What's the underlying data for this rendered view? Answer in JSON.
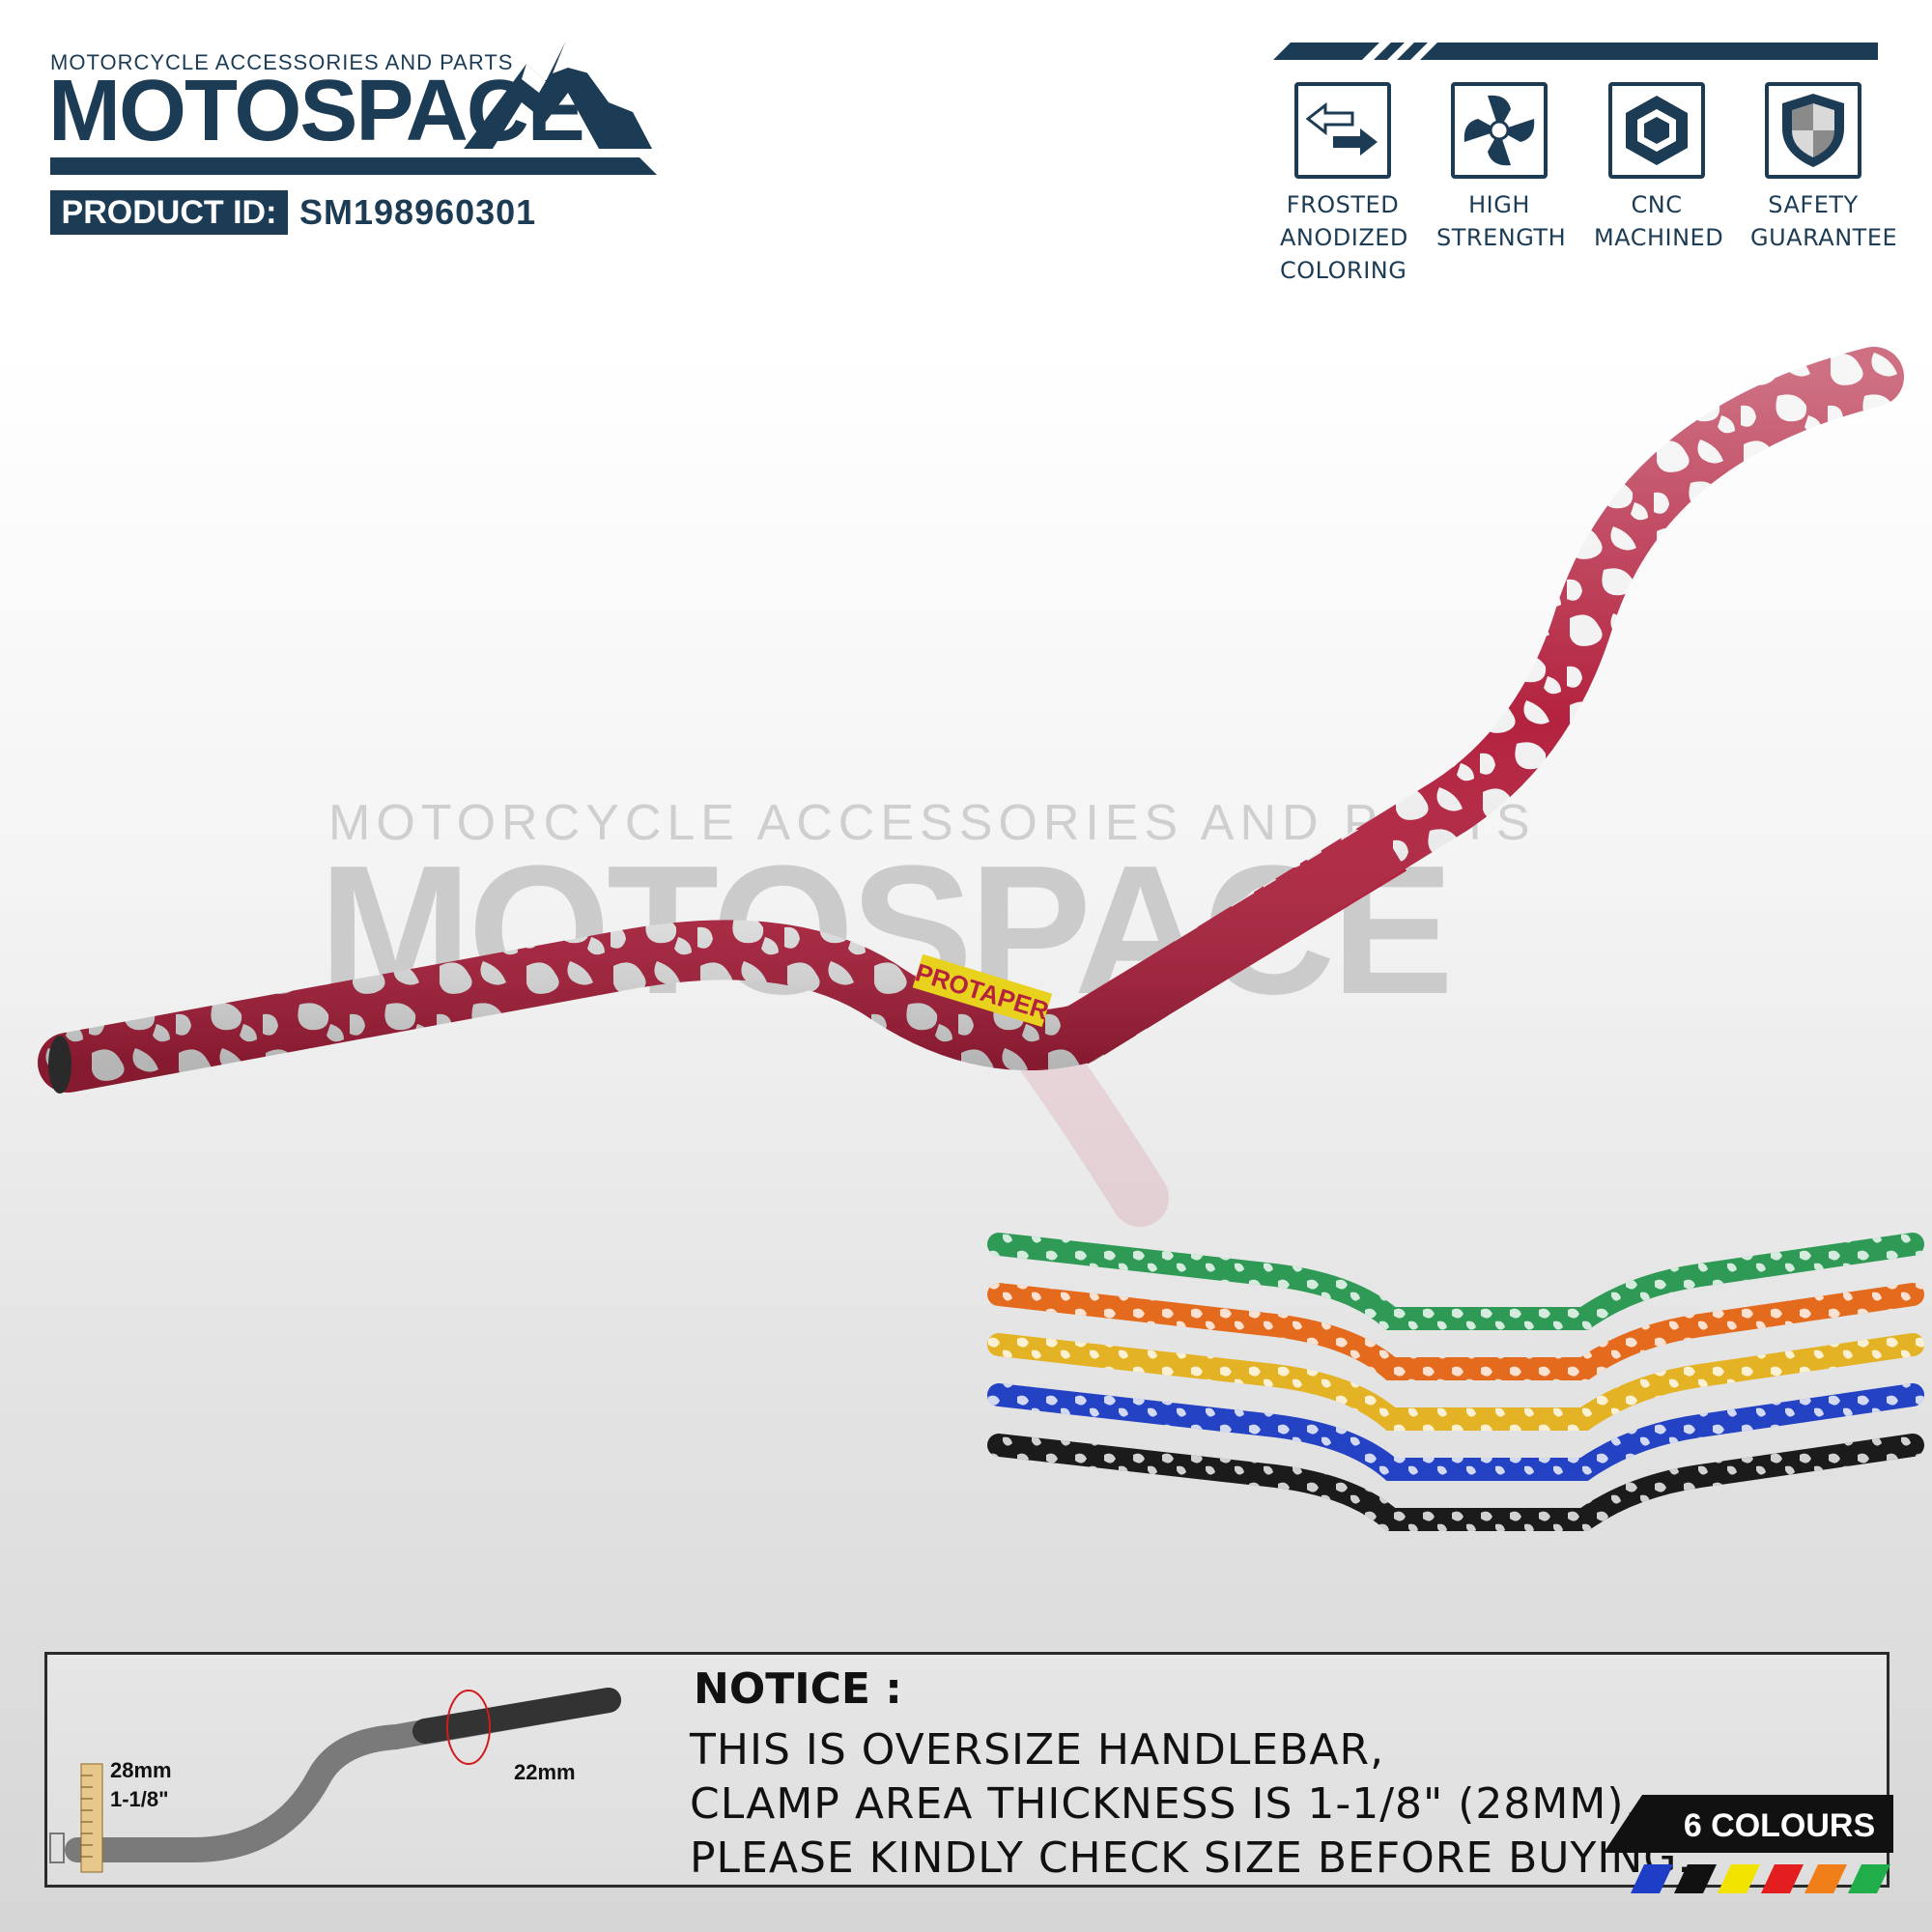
{
  "brand": {
    "tagline": "MOTORCYCLE ACCESSORIES AND PARTS",
    "name": "MOTOSPACE",
    "product_id_label": "PRODUCT ID:",
    "product_id": "SM198960301"
  },
  "features": [
    {
      "icon": "arrows-swap-icon",
      "label": "FROSTED ANODIZED COLORING"
    },
    {
      "icon": "fan-icon",
      "label": "HIGH STRENGTH"
    },
    {
      "icon": "hexagon-icon",
      "label": "CNC MACHINED"
    },
    {
      "icon": "shield-icon",
      "label": "SAFETY GUARANTEE"
    }
  ],
  "watermark": {
    "tagline": "MOTORCYCLE ACCESSORIES AND PARTS",
    "name": "MOTOSPACE"
  },
  "product": {
    "main_color": "#b3223f",
    "bar_logo": "PROTAPER",
    "variants": [
      {
        "color": "#2e9a55"
      },
      {
        "color": "#e46b1e"
      },
      {
        "color": "#e4b325"
      },
      {
        "color": "#2443c4"
      },
      {
        "color": "#1b1b1b"
      }
    ]
  },
  "notice": {
    "title": "NOTICE :",
    "lines": [
      "THIS IS OVERSIZE HANDLEBAR,",
      "CLAMP AREA THICKNESS IS 1-1/8\" (28MM),",
      "PLEASE KINDLY CHECK SIZE BEFORE BUYING."
    ],
    "dim_clamp_mm": "28mm",
    "dim_clamp_in": "1-1/8\"",
    "dim_grip_mm": "22mm"
  },
  "colours": {
    "label": "6 COLOURS",
    "swatches": [
      "#1e3ec8",
      "#111111",
      "#f2e200",
      "#e41e1e",
      "#f07f1a",
      "#1fae4a"
    ]
  }
}
